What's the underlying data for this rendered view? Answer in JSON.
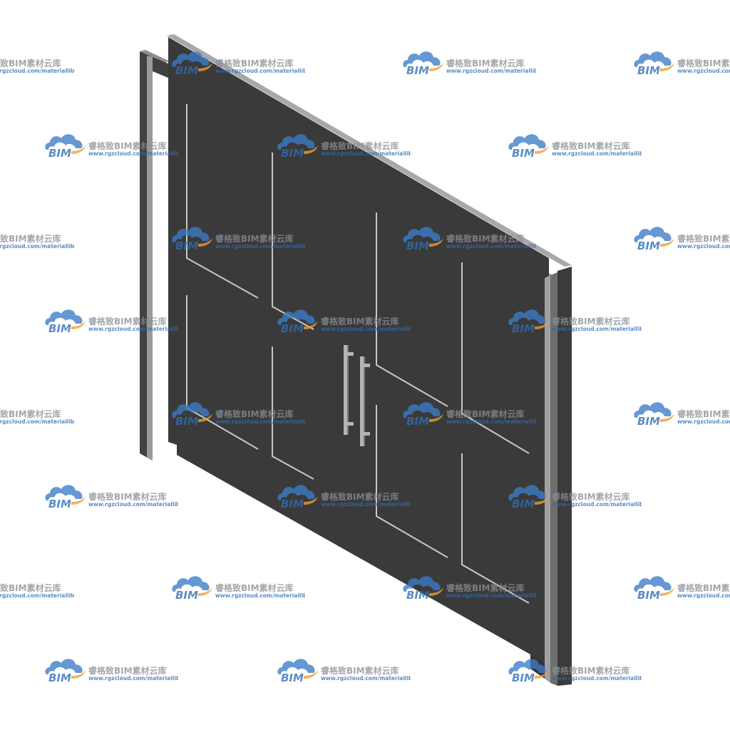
{
  "watermark": {
    "logo_text": "BIM",
    "name": "睿格致BIM素材云库",
    "url": "www.rgzcloud.com/materiallib",
    "colors": {
      "cloud_blue": "#3c7cc9",
      "cloud_orange": "#f0a030",
      "logo_text": "#2f6db5",
      "name_text": "#8a8f96"
    },
    "icon": "cloud-icon"
  },
  "model": {
    "subject": "double-door",
    "colors": {
      "panel": "#3a3a3a",
      "edge_light": "#9a9a9a",
      "edge_mid": "#6b6b6b",
      "frame_face": "#444444",
      "trim_line": "#c8c8c8",
      "handle": "#b0b0b0",
      "background": "#ffffff"
    }
  }
}
